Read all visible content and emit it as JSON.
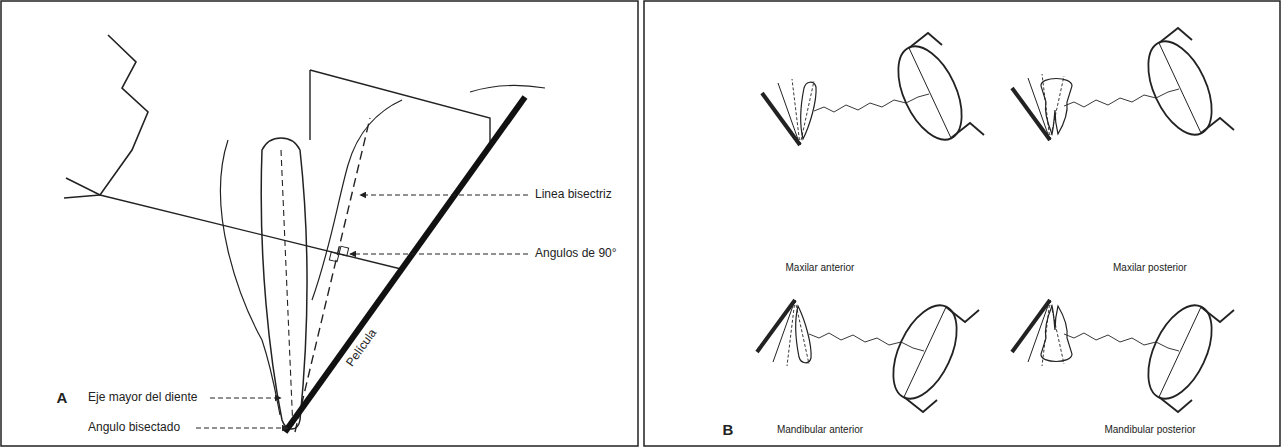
{
  "diagram": {
    "labels": [
      "Linea bisectriz",
      "Angulos de 90°",
      "Película",
      "A",
      "Eje mayor del diente",
      "Angulo bisectado",
      "Maxilar anterior",
      "Maxilar posterior",
      "B",
      "Mandibular anterior",
      "Mandibular posterior"
    ]
  }
}
